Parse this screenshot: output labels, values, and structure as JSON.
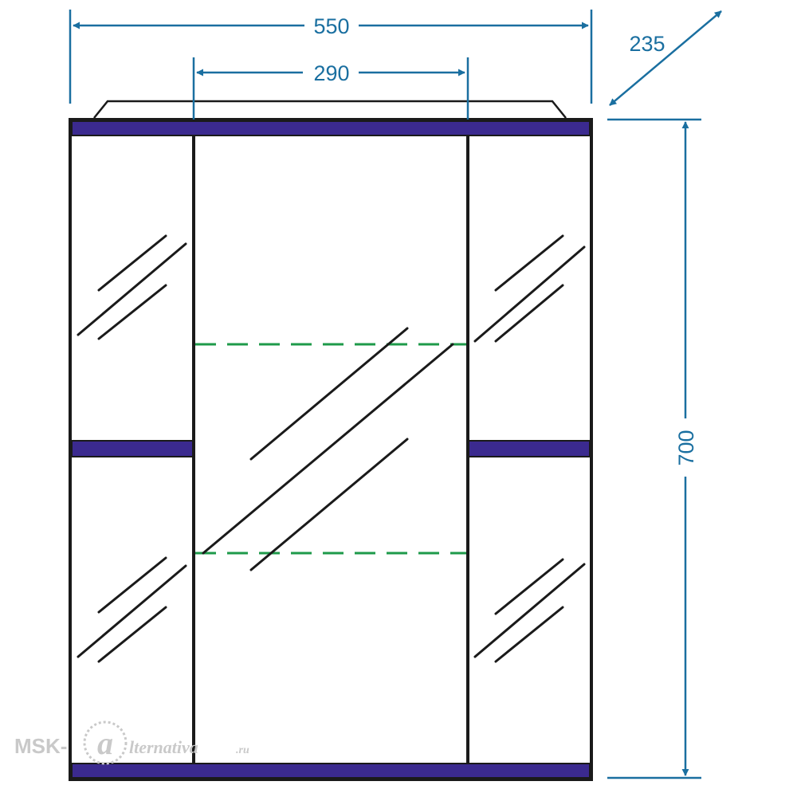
{
  "dimensions": {
    "total_width": "550",
    "center_width": "290",
    "depth": "235",
    "height": "700"
  },
  "watermark": {
    "brand": "MSK-",
    "script": "lternativa",
    "suffix": ".ru"
  },
  "colors": {
    "dimension": "#1a6fa0",
    "outline": "#1a1a1a",
    "shelf_fill": "#3b2a8f",
    "glass_shelf": "#1e9a4a",
    "watermark": "#c9c9c9"
  }
}
